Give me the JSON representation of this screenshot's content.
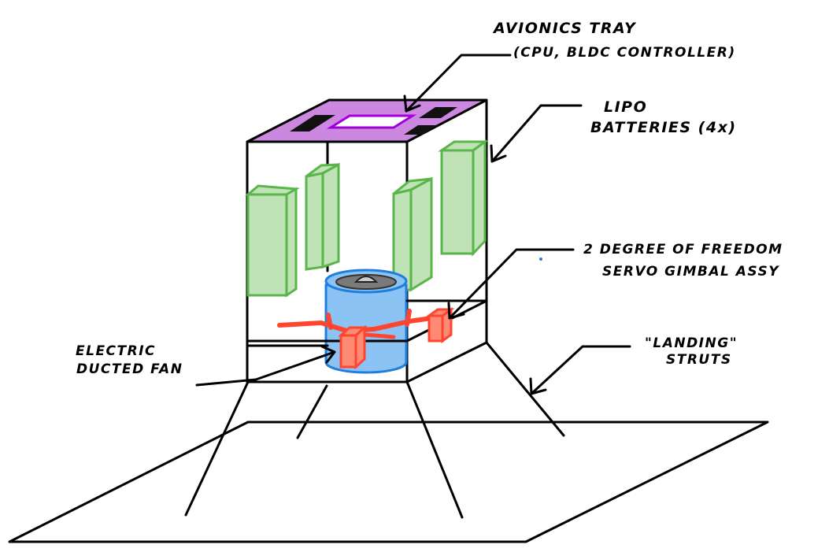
{
  "labels": {
    "avionics_line1": "AVIONICS TRAY",
    "avionics_line2": "(CPU, BLDC CONTROLLER)",
    "lipo_line1": "LIPO",
    "lipo_line2": "BATTERIES (4x)",
    "gimbal_line1": "2 DEGREE OF FREEDOM",
    "gimbal_line2": "SERVO GIMBAL ASSY",
    "edf_line1": "ELECTRIC",
    "edf_line2": "DUCTED FAN",
    "landing_line1": "\"LANDING\"",
    "landing_line2": "STRUTS"
  },
  "colors": {
    "avionics": "#cc88e0",
    "avionics_dark": "#a452c8",
    "battery_fill": "#bfe2b7",
    "battery_stroke": "#5ab54a",
    "fan_fill": "#8cc3f5",
    "fan_stroke": "#1f7fe0",
    "gimbal": "#ff4530",
    "gimbal_block": "#ff8a73",
    "line": "#000000"
  }
}
